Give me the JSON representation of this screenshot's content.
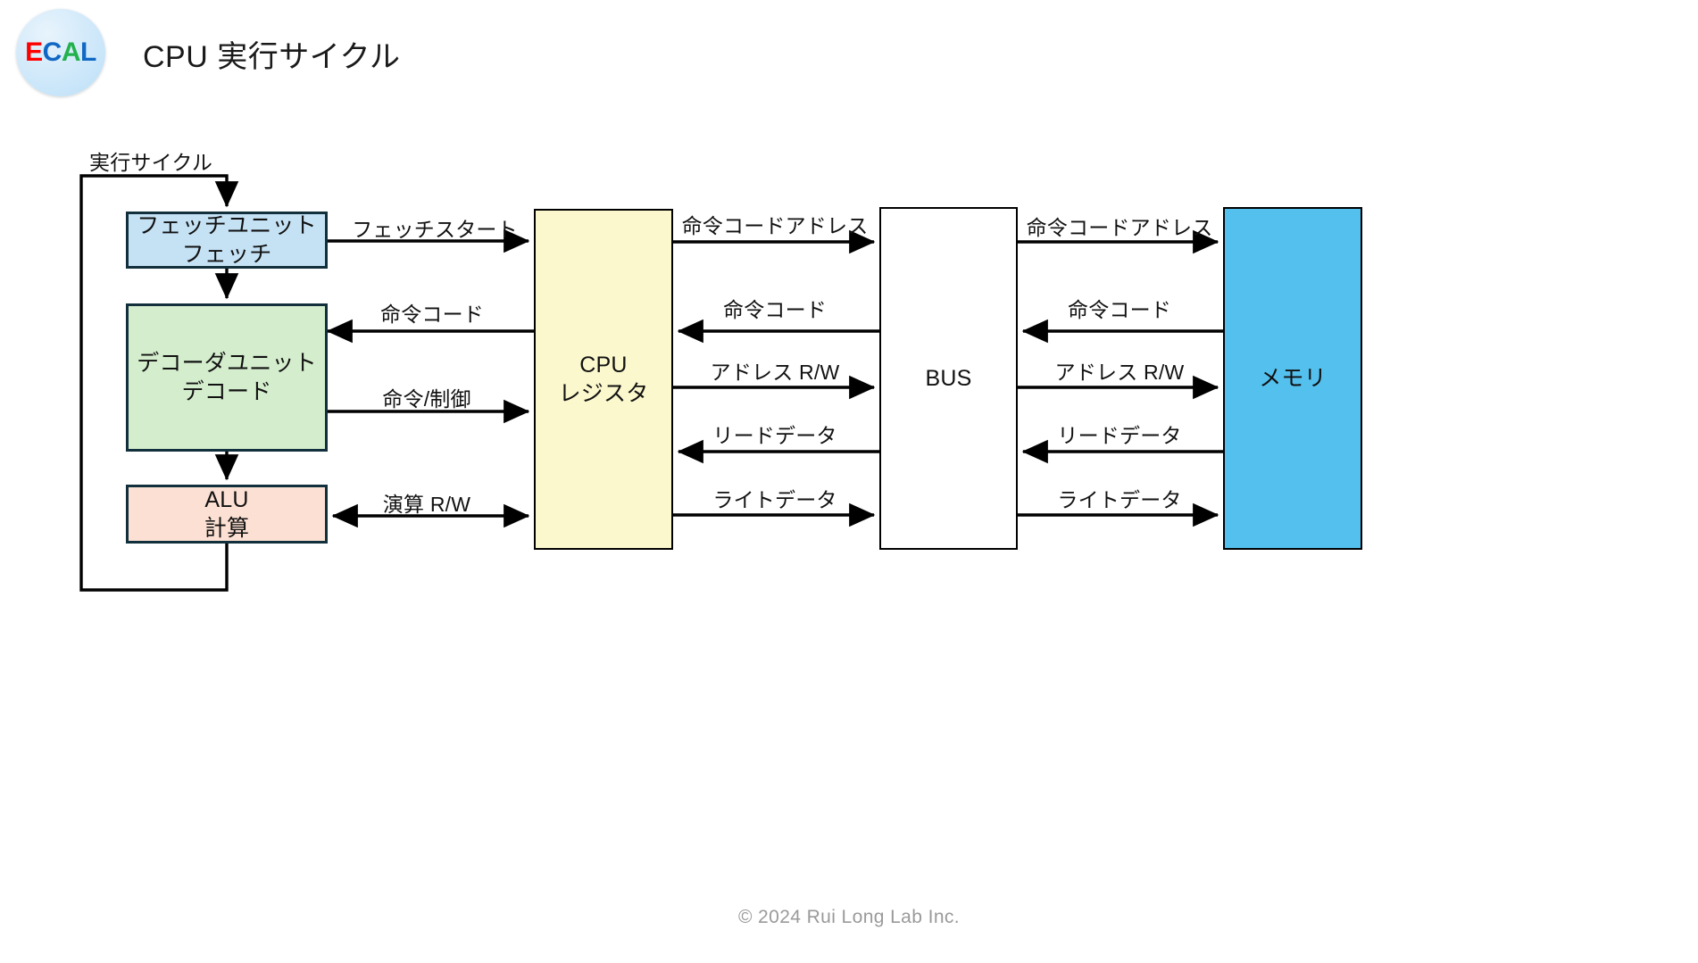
{
  "header": {
    "logo_letters": [
      "E",
      "C",
      "A",
      "L"
    ],
    "logo_alt": "ECAL",
    "title": "CPU 実行サイクル"
  },
  "diagram": {
    "cycle_label": "実行サイクル",
    "nodes": [
      {
        "id": "fetch",
        "line1": "フェッチユニット",
        "line2": "フェッチ",
        "fill": "#c5e2f5"
      },
      {
        "id": "decoder",
        "line1": "デコーダユニット",
        "line2": "デコード",
        "fill": "#d4edcd"
      },
      {
        "id": "alu",
        "line1": "ALU",
        "line2": "計算",
        "fill": "#fbe0d3"
      },
      {
        "id": "cpu",
        "line1": "CPU",
        "line2": "レジスタ",
        "fill": "#fbf8cd"
      },
      {
        "id": "bus",
        "line1": "BUS",
        "line2": "",
        "fill": "#ffffff"
      },
      {
        "id": "memory",
        "line1": "メモリ",
        "line2": "",
        "fill": "#54c0ee"
      }
    ],
    "edges": [
      {
        "id": "fetch-to-cpu",
        "label": "フェッチスタート",
        "direction": "right"
      },
      {
        "id": "cpu-to-decoder",
        "label": "命令コード",
        "direction": "left"
      },
      {
        "id": "decoder-to-cpu",
        "label": "命令/制御",
        "direction": "right"
      },
      {
        "id": "alu-cpu",
        "label": "演算 R/W",
        "direction": "both"
      },
      {
        "id": "cpu-to-bus-addr",
        "label": "命令コードアドレス",
        "direction": "right"
      },
      {
        "id": "bus-to-cpu-code",
        "label": "命令コード",
        "direction": "left"
      },
      {
        "id": "cpu-to-bus-rw",
        "label": "アドレス R/W",
        "direction": "right"
      },
      {
        "id": "bus-to-cpu-read",
        "label": "リードデータ",
        "direction": "left"
      },
      {
        "id": "cpu-to-bus-write",
        "label": "ライトデータ",
        "direction": "right"
      },
      {
        "id": "bus-to-mem-addr",
        "label": "命令コードアドレス",
        "direction": "right"
      },
      {
        "id": "mem-to-bus-code",
        "label": "命令コード",
        "direction": "left"
      },
      {
        "id": "bus-to-mem-rw",
        "label": "アドレス R/W",
        "direction": "right"
      },
      {
        "id": "mem-to-bus-read",
        "label": "リードデータ",
        "direction": "left"
      },
      {
        "id": "bus-to-mem-write",
        "label": "ライトデータ",
        "direction": "right"
      }
    ]
  },
  "footer": {
    "copyright": "© 2024 Rui Long Lab Inc."
  }
}
